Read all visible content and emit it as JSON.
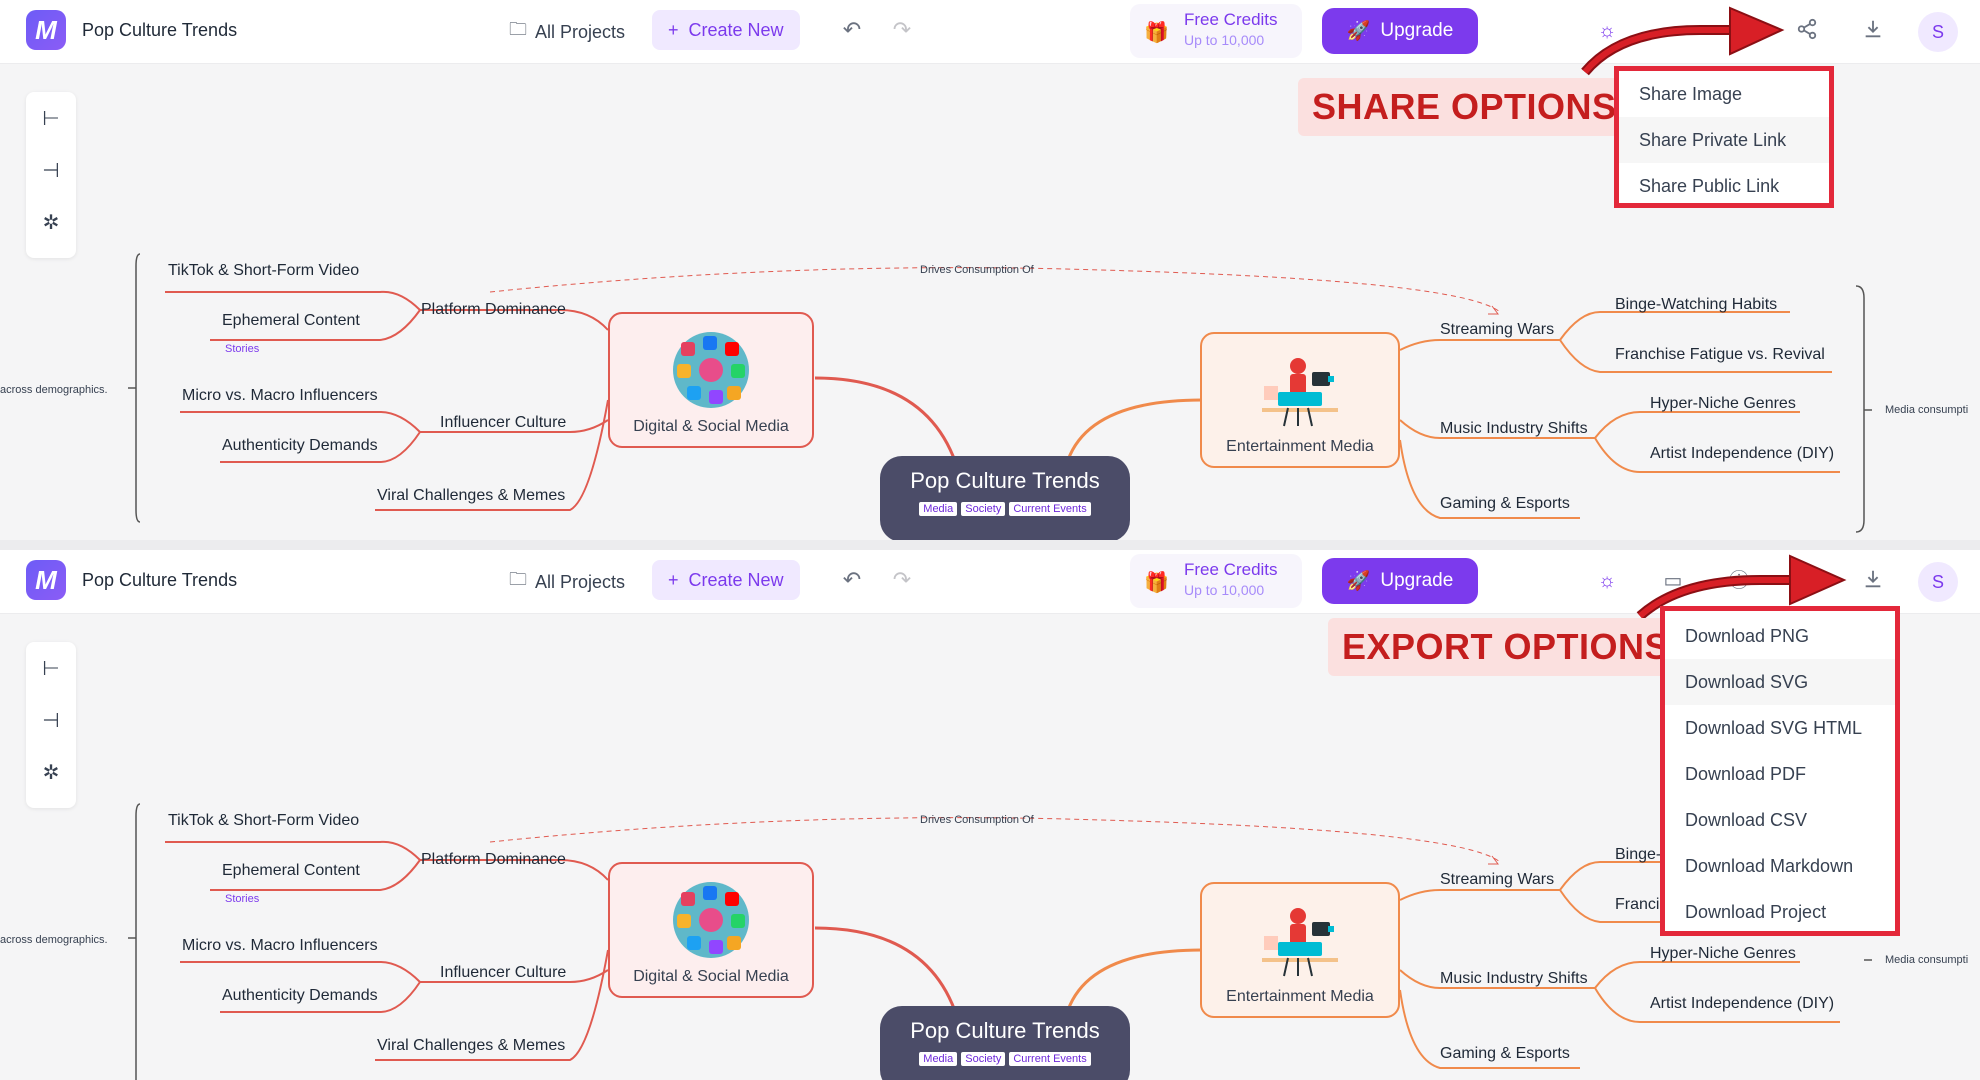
{
  "app": {
    "title": "Pop Culture Trends",
    "logo_letter": "M",
    "all_projects": "All Projects",
    "create_new": "Create New",
    "credits_title": "Free Credits",
    "credits_sub": "Up to 10,000",
    "upgrade": "Upgrade",
    "avatar": "S"
  },
  "mindmap": {
    "left_summary": "across demographics.",
    "right_summary": "Media consumpti",
    "relation_label": "Drives Consumption Of",
    "center_title": "Pop Culture Trends",
    "center_tags": [
      "Media",
      "Society",
      "Current Events"
    ],
    "social_node": "Digital & Social Media",
    "ent_node": "Entertainment Media",
    "platform": "Platform Dominance",
    "tiktok": "TikTok & Short-Form Video",
    "ephemeral": "Ephemeral Content",
    "stories": "Stories",
    "influencer": "Influencer Culture",
    "micro": "Micro vs. Macro Influencers",
    "authenticity": "Authenticity Demands",
    "viral": "Viral Challenges & Memes",
    "streaming": "Streaming Wars",
    "binge": "Binge-Watching Habits",
    "binge_cut": "Binge-",
    "franchise": "Franchise Fatigue vs. Revival",
    "franchise_cut": "Franci",
    "music": "Music Industry Shifts",
    "hyper": "Hyper-Niche Genres",
    "artist": "Artist Independence (DIY)",
    "gaming": "Gaming & Esports"
  },
  "share": {
    "callout": "SHARE OPTIONS",
    "items": [
      "Share Image",
      "Share Private Link",
      "Share Public Link"
    ]
  },
  "export": {
    "callout": "EXPORT OPTIONS",
    "items": [
      "Download PNG",
      "Download SVG",
      "Download SVG HTML",
      "Download PDF",
      "Download CSV",
      "Download Markdown",
      "Download Project"
    ]
  },
  "colors": {
    "accent": "#7c3aed",
    "annotation_red": "#e3283a",
    "social": "#e05a50",
    "entertainment": "#f08a4b"
  }
}
